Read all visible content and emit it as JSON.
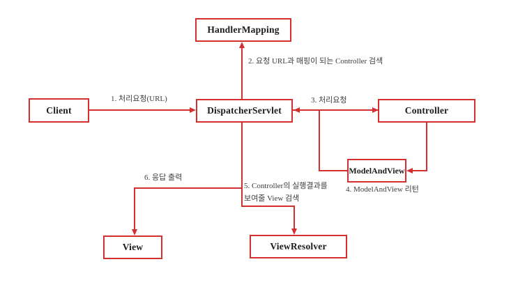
{
  "diagram": {
    "title": "Spring MVC request flow diagram",
    "nodes": {
      "handler_mapping": {
        "label": "HandlerMapping"
      },
      "client": {
        "label": "Client"
      },
      "dispatcher_servlet": {
        "label": "DispatcherServlet"
      },
      "controller": {
        "label": "Controller"
      },
      "model_and_view": {
        "label": "ModelAndView"
      },
      "view": {
        "label": "View"
      },
      "view_resolver": {
        "label": "ViewResolver"
      }
    },
    "edges": {
      "e1": {
        "from": "Client",
        "to": "DispatcherServlet",
        "label": "1. 처리요청(URL)"
      },
      "e2": {
        "from": "DispatcherServlet",
        "to": "HandlerMapping",
        "label": "2. 요청 URL과 매핑이 되는 Controller 검색"
      },
      "e3": {
        "from": "DispatcherServlet",
        "to": "Controller",
        "label": "3. 처리요청"
      },
      "e4a": {
        "from": "Controller",
        "to": "ModelAndView",
        "label": ""
      },
      "e4b": {
        "from": "ModelAndView",
        "to": "DispatcherServlet",
        "label": "4. ModelAndView 리턴"
      },
      "e5": {
        "from": "DispatcherServlet",
        "to": "ViewResolver",
        "label_lines": [
          "5. Controller의 실행결과를",
          "보여줄 View 검색"
        ]
      },
      "e6": {
        "from": "DispatcherServlet",
        "to": "View",
        "label": "6. 응답 출력"
      }
    }
  },
  "colors": {
    "red": "#d32f2f",
    "node-text": "#1c1c1c",
    "label-text": "#3d3d3d",
    "bg": "#ffffff"
  }
}
